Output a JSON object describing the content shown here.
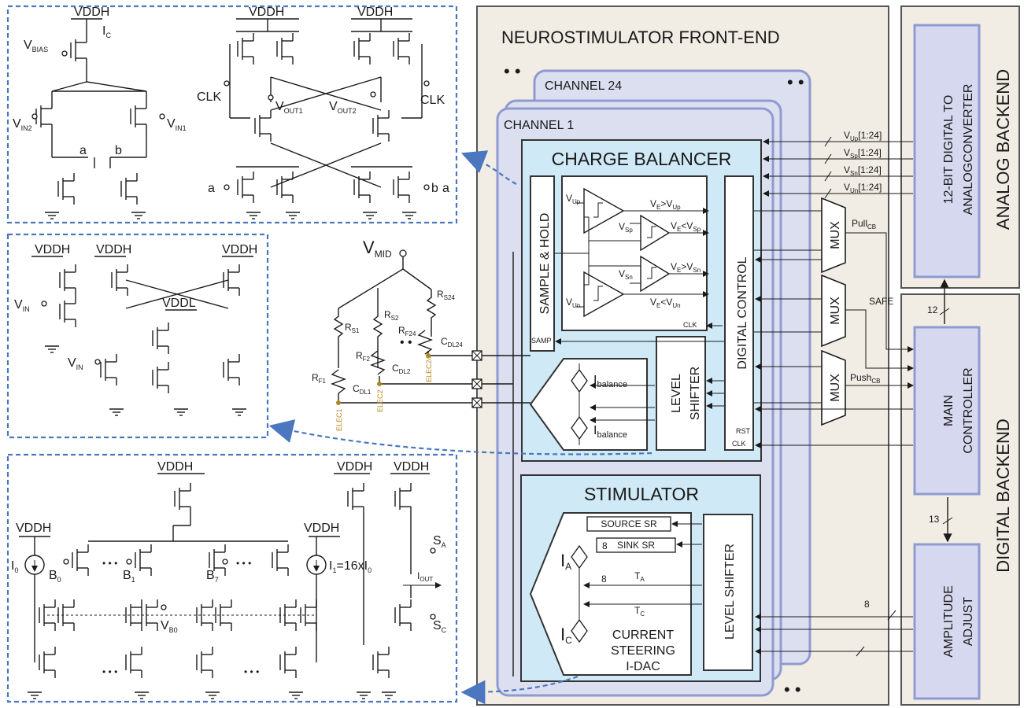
{
  "colors": {
    "frontend_bg": "#f1ece4",
    "backend_bg": "#f1ece4",
    "channel_fill": "#dcdff0",
    "channel_stroke": "#8f9bd0",
    "block_blue": "#d0e9f6",
    "backend_block": "#d6d8ef",
    "dash_box": "#4a77c0",
    "electrode_gold": "#b0871c"
  },
  "frontend": {
    "title": "NEUROSTIMULATOR FRONT-END"
  },
  "analog_backend": {
    "title": "ANALOG  BACKEND",
    "block_line1": "12-BIT DIGITAL TO",
    "block_line2": "ANALOGCONVERTER"
  },
  "digital_backend": {
    "title": "DIGITAL BACKEND",
    "main_line1": "MAIN",
    "main_line2": "CONTROLLER",
    "amp_line1": "AMPLITUDE",
    "amp_line2": "ADJUST",
    "bus_12": "12",
    "bus_13": "13",
    "bus_8": "8"
  },
  "channels": {
    "ch24": "CHANNEL 24",
    "ch1": "CHANNEL 1"
  },
  "charge_balancer": {
    "title": "CHARGE BALANCER",
    "sample_hold": "SAMPLE & HOLD",
    "samp": "SAMP",
    "digital_control": "DIGITAL CONTROL",
    "clk": "CLK",
    "rst": "RST",
    "level_shifter_line1": "LEVEL",
    "level_shifter_line2": "SHIFTER",
    "i_balance": "balance",
    "cmp": [
      {
        "in": "V",
        "in_sub": "Up",
        "out": "V",
        "out_sub": "E",
        "op": ">V",
        "op_sub": "Up"
      },
      {
        "in": "V",
        "in_sub": "Sp",
        "out": "V",
        "out_sub": "E",
        "op": "<V",
        "op_sub": "Sp"
      },
      {
        "in": "V",
        "in_sub": "Sn",
        "out": "V",
        "out_sub": "E",
        "op": ">V",
        "op_sub": "Sn"
      },
      {
        "in": "V",
        "in_sub": "Un",
        "out": "V",
        "out_sub": "E",
        "op": "<V",
        "op_sub": "Un"
      }
    ]
  },
  "ref_buses": [
    {
      "v": "V",
      "sub": "Up",
      "range": "[1:24]"
    },
    {
      "v": "V",
      "sub": "Sp",
      "range": "[1:24]"
    },
    {
      "v": "V",
      "sub": "Sn",
      "range": "[1:24]"
    },
    {
      "v": "V",
      "sub": "Un",
      "range": "[1:24]"
    }
  ],
  "mux": {
    "label": "MUX",
    "pull": "Pull",
    "pull_sub": "CB",
    "safe": "SAFE",
    "push": "Push",
    "push_sub": "CB"
  },
  "stimulator": {
    "title": "STIMULATOR",
    "source_sr": "SOURCE SR",
    "sink_sr": "SINK SR",
    "bits": "8",
    "ia": "A",
    "ic": "C",
    "ta": "A",
    "tc": "C",
    "dac_line1": "CURRENT",
    "dac_line2": "STEERING",
    "dac_line3": "I-DAC",
    "level_shifter": "LEVEL SHIFTER"
  },
  "electrodes": {
    "vmid": "V",
    "vmid_sub": "MID",
    "names": [
      "ELEC1",
      "ELEC2",
      "ELEC24"
    ],
    "rs": [
      "S1",
      "S2",
      "S24"
    ],
    "rf": [
      "F1",
      "F2",
      "F24"
    ],
    "cdl": [
      "DL1",
      "DL2",
      "DL24"
    ]
  },
  "schem_top": {
    "vddh": "VDDH",
    "ic": "I",
    "ic_sub": "C",
    "vbias": "V",
    "vbias_sub": "BIAS",
    "vin2": "V",
    "vin2_sub": "IN2",
    "vin1": "V",
    "vin1_sub": "IN1",
    "a": "a",
    "b": "b",
    "clk": "CLK",
    "vout1": "V",
    "vout1_sub": "OUT1",
    "vout2": "V",
    "vout2_sub": "OUT2"
  },
  "schem_mid": {
    "vddh": "VDDH",
    "vddl": "VDDL",
    "vin": "V",
    "vin_sub": "IN"
  },
  "schem_bot": {
    "vddh": "VDDH",
    "i0": "I",
    "i0_sub": "0",
    "i1": "I",
    "i1_sub": "1",
    "i1_tail": "=16xI",
    "i1_tail_sub": "0",
    "b0": "B",
    "b0_sub": "0",
    "b1": "B",
    "b1_sub": "1",
    "b7": "B",
    "b7_sub": "7",
    "vb0": "V",
    "vb0_sub": "B0",
    "sa": "S",
    "sa_sub": "A",
    "sc": "S",
    "sc_sub": "C",
    "iout": "I",
    "iout_sub": "OUT",
    "dots": "• • •"
  }
}
